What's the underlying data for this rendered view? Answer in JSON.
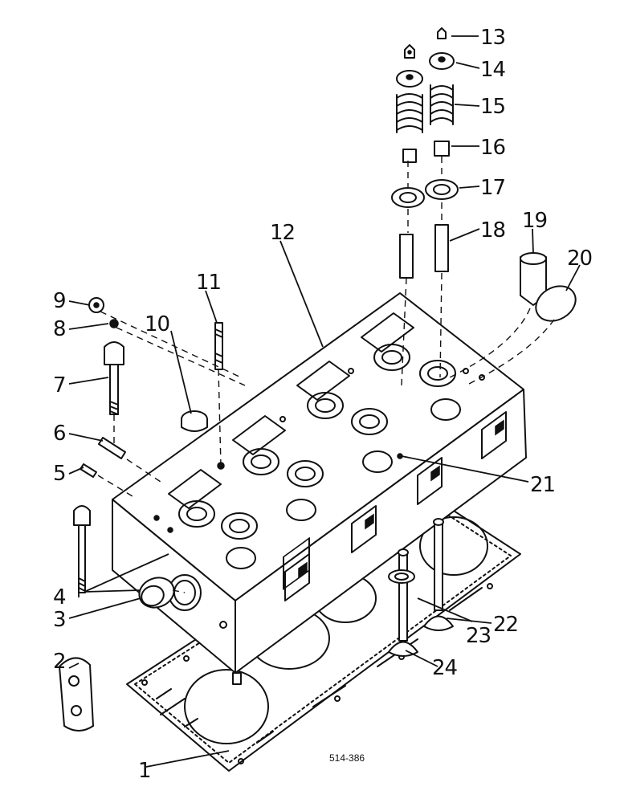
{
  "diagram": {
    "part_labels": [
      "1",
      "2",
      "3",
      "4",
      "5",
      "6",
      "7",
      "8",
      "9",
      "10",
      "11",
      "12",
      "13",
      "14",
      "15",
      "16",
      "17",
      "18",
      "19",
      "20",
      "21",
      "22",
      "23",
      "24"
    ],
    "reference_code": "514-386"
  }
}
